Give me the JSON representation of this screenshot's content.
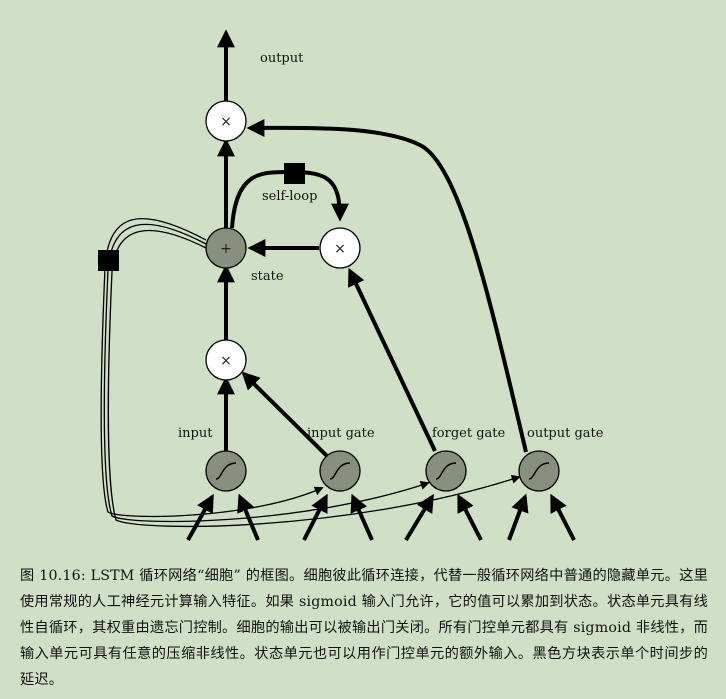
{
  "labels": {
    "output": "output",
    "self_loop": "self-loop",
    "state": "state",
    "input": "input",
    "input_gate": "input gate",
    "forget_gate": "forget gate",
    "output_gate": "output gate"
  },
  "symbols": {
    "multiply": "×",
    "plus": "+"
  },
  "caption": "图 10.16: LSTM 循环网络“细胞” 的框图。细胞彼此循环连接，代替一般循环网络中普通的隐藏单元。这里使用常规的人工神经元计算输入特征。如果 sigmoid 输入门允许，它的值可以累加到状态。状态单元具有线性自循环，其权重由遗忘门控制。细胞的输出可以被输出门关闭。所有门控单元都具有 sigmoid 非线性，而输入单元可具有任意的压缩非线性。状态单元也可以用作门控单元的额外输入。黑色方块表示单个时间步的延迟。",
  "colors": {
    "background": "#cfe0c6",
    "gray_node": "#878f7e",
    "white_node": "#ffffff",
    "stroke": "#000000"
  }
}
